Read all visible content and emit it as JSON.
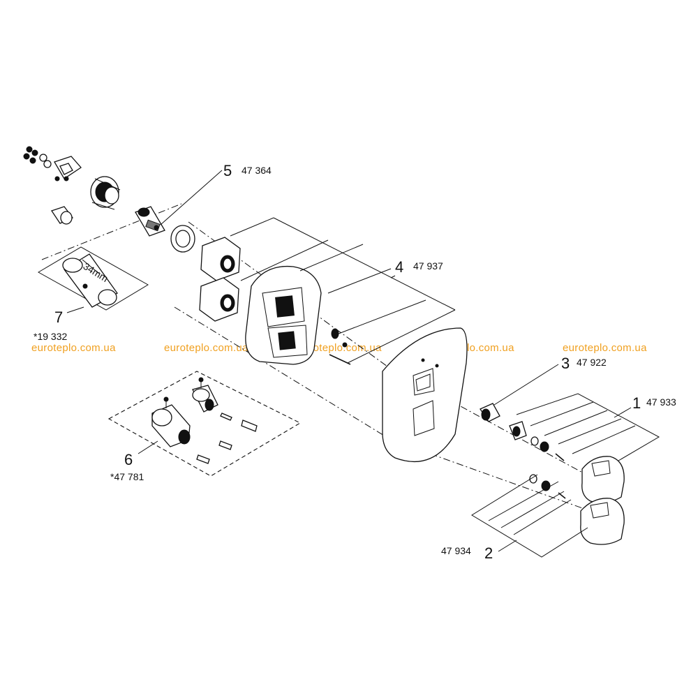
{
  "watermark": "euroteplo.com.ua",
  "callouts": {
    "c5": {
      "index": "5",
      "part": "47 364"
    },
    "c4": {
      "index": "4",
      "part": "47 937"
    },
    "c3": {
      "index": "3",
      "part": "47 922"
    },
    "c1": {
      "index": "1",
      "part": "47 933"
    },
    "c2": {
      "index": "2",
      "part": "47 934"
    },
    "c7": {
      "index": "7",
      "part": "*19 332"
    },
    "c6": {
      "index": "6",
      "part": "*47 781"
    }
  },
  "tool_label": "34mm"
}
